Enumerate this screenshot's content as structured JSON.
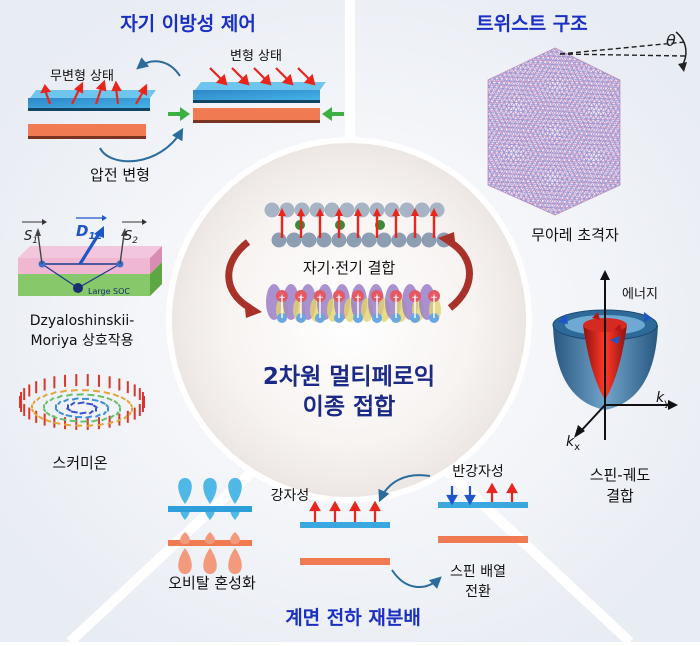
{
  "quadrants": {
    "top_left_title": "자기 이방성 제어",
    "top_right_title": "트위스트 구조",
    "bottom_title": "계면 전하 재분배"
  },
  "anisotropy": {
    "unstrained": "무변형 상태",
    "strained": "변형 상태",
    "piezo": "압전 변형"
  },
  "twist": {
    "angle_symbol": "θ",
    "moire": "무아레 초격자"
  },
  "center": {
    "coupling": "자기·전기 결합",
    "title_line1": "2차원 멀티페로익",
    "title_line2": "이종 접합"
  },
  "dmi": {
    "s1": "S",
    "s1_sub": "1",
    "d12": "D",
    "d12_sub": "12",
    "s2": "S",
    "s2_sub": "2",
    "large_soc": "Large SOC",
    "label_line1": "Dzyaloshinskii-",
    "label_line2": "Moriya 상호작용"
  },
  "skyrmion": {
    "label": "스커미온"
  },
  "soc": {
    "energy": "에너지",
    "ky": "k",
    "ky_sub": "y",
    "kx": "k",
    "kx_sub": "x",
    "label_line1": "스핀-궤도",
    "label_line2": "결합"
  },
  "interface": {
    "orbital": "오비탈 혼성화",
    "ferro": "강자성",
    "antiferro": "반강자성",
    "switch_line1": "스핀 배열",
    "switch_line2": "전환"
  },
  "colors": {
    "title_blue": "#1a2fc4",
    "arrow_red": "#e8261e",
    "layer_blue": "#3aa7de",
    "layer_orange": "#f07a52",
    "green": "#3cb043",
    "dark_red": "#a8322a"
  }
}
